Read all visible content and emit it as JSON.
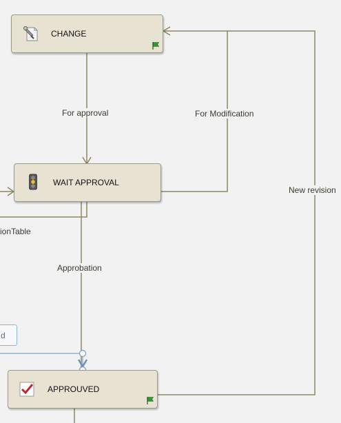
{
  "states": [
    {
      "id": "change",
      "label": "CHANGE",
      "icon": "wrench-document-icon",
      "flag": true
    },
    {
      "id": "wait",
      "label": "WAIT APPROVAL",
      "icon": "traffic-light-icon",
      "flag": false
    },
    {
      "id": "approved",
      "label": "APPROUVED",
      "icon": "checkbox-check-icon",
      "flag": true
    }
  ],
  "transitions": {
    "for_approval": "For approval",
    "for_modification": "For Modification",
    "new_revision": "New revision",
    "approbation": "Approbation",
    "offscreen_table": "ionTable"
  },
  "side_box_text": "d",
  "colors": {
    "background": "#f2f2f2",
    "node_fill": "#e7e2d2",
    "edge": "#8a8660",
    "selection": "#8fb2d8",
    "flag": "#2e9b2e",
    "check": "#c0282d"
  }
}
